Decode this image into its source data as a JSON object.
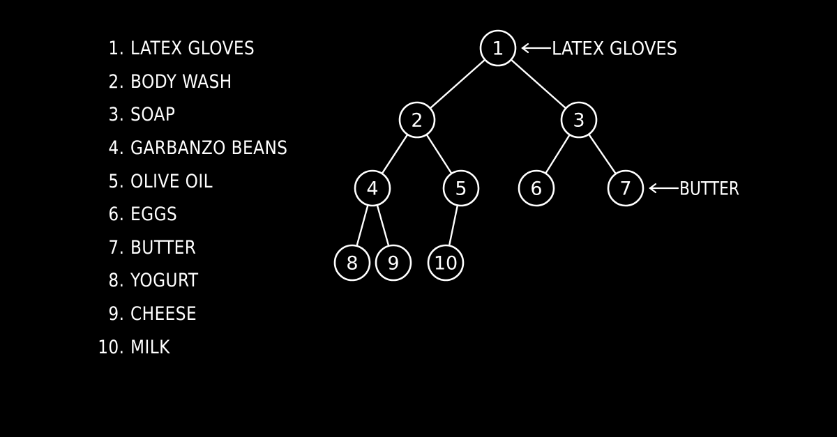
{
  "list": {
    "items": [
      {
        "number": "1.",
        "label": "LATEX GLOVES"
      },
      {
        "number": "2.",
        "label": "BODY WASH"
      },
      {
        "number": "3.",
        "label": "SOAP"
      },
      {
        "number": "4.",
        "label": "GARBANZO BEANS"
      },
      {
        "number": "5.",
        "label": "OLIVE OIL"
      },
      {
        "number": "6.",
        "label": "EGGS"
      },
      {
        "number": "7.",
        "label": "BUTTER"
      },
      {
        "number": "8.",
        "label": "YOGURT"
      },
      {
        "number": "9.",
        "label": "CHEESE"
      },
      {
        "number": "10.",
        "label": "MILK"
      }
    ]
  },
  "tree": {
    "nodes": [
      {
        "id": "1",
        "label": "1"
      },
      {
        "id": "2",
        "label": "2"
      },
      {
        "id": "3",
        "label": "3"
      },
      {
        "id": "4",
        "label": "4"
      },
      {
        "id": "5",
        "label": "5"
      },
      {
        "id": "6",
        "label": "6"
      },
      {
        "id": "7",
        "label": "7"
      },
      {
        "id": "8",
        "label": "8"
      },
      {
        "id": "9",
        "label": "9"
      },
      {
        "id": "10",
        "label": "10"
      }
    ],
    "edges": [
      {
        "from": "1",
        "to": "2"
      },
      {
        "from": "1",
        "to": "3"
      },
      {
        "from": "2",
        "to": "4"
      },
      {
        "from": "2",
        "to": "5"
      },
      {
        "from": "3",
        "to": "6"
      },
      {
        "from": "3",
        "to": "7"
      },
      {
        "from": "4",
        "to": "8"
      },
      {
        "from": "4",
        "to": "9"
      },
      {
        "from": "5",
        "to": "10"
      }
    ],
    "annotations": [
      {
        "node": "1",
        "text": "LATEX GLOVES"
      },
      {
        "node": "7",
        "text": "BUTTER"
      }
    ]
  },
  "colors": {
    "background": "#000000",
    "foreground": "#ffffff"
  }
}
